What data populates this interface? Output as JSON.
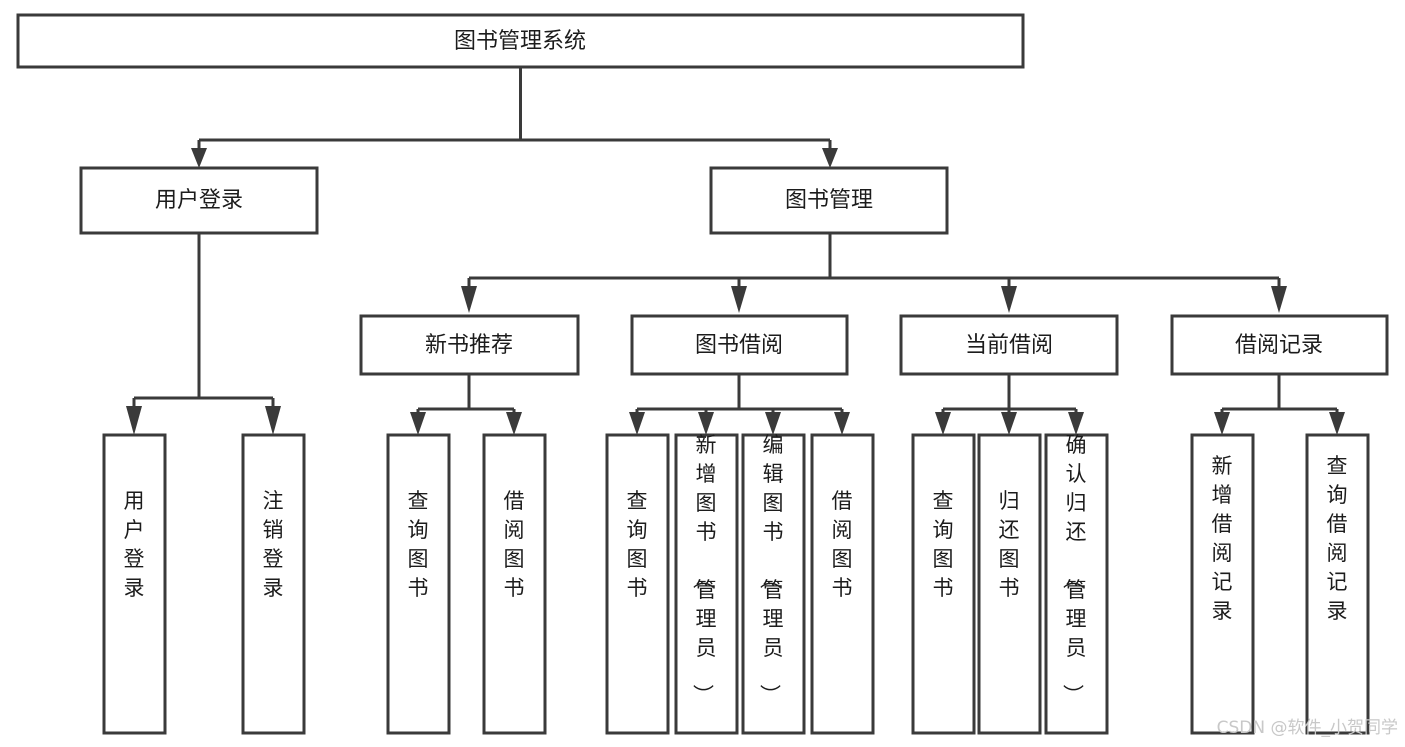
{
  "diagram": {
    "title": "图书管理系统",
    "style": {
      "box_fill": "#ffffff",
      "box_stroke": "#3a3a3a",
      "line_color": "#3a3a3a",
      "text_color": "#1c1c1c",
      "background": "#ffffff",
      "watermark_color": "#c8c8c8"
    },
    "watermark": "CSDN @软件_小贺同学",
    "levels": {
      "root": {
        "label": "图书管理系统"
      },
      "level2": [
        {
          "label": "用户登录"
        },
        {
          "label": "图书管理"
        }
      ],
      "level3": [
        {
          "label": "新书推荐"
        },
        {
          "label": "图书借阅"
        },
        {
          "label": "当前借阅"
        },
        {
          "label": "借阅记录"
        }
      ],
      "leaves": {
        "user_login": [
          {
            "label": "用户登录"
          },
          {
            "label": "注销登录"
          }
        ],
        "new_book_recommend": [
          {
            "label": "查询图书"
          },
          {
            "label": "借阅图书"
          }
        ],
        "book_borrow": [
          {
            "label": "查询图书"
          },
          {
            "label": "新增图书（管理员）"
          },
          {
            "label": "编辑图书（管理员）"
          },
          {
            "label": "借阅图书"
          }
        ],
        "current_borrow": [
          {
            "label": "查询图书"
          },
          {
            "label": "归还图书"
          },
          {
            "label": "确认归还（管理员）"
          }
        ],
        "borrow_record": [
          {
            "label": "新增借阅记录"
          },
          {
            "label": "查询借阅记录"
          }
        ]
      }
    }
  }
}
